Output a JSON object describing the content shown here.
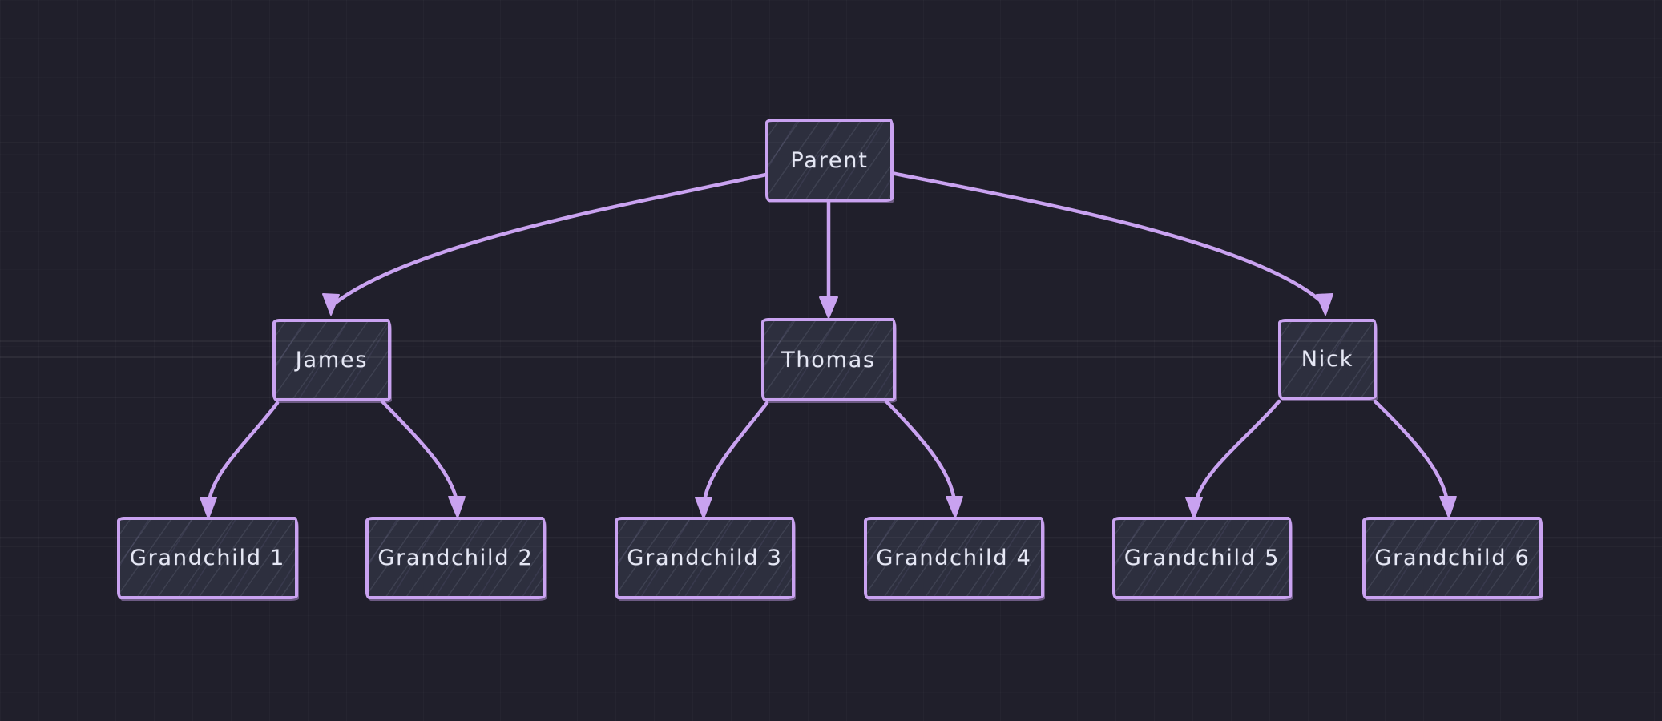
{
  "diagram": {
    "type": "tree",
    "nodes": [
      {
        "id": "parent",
        "label": "Parent"
      },
      {
        "id": "james",
        "label": "James"
      },
      {
        "id": "thomas",
        "label": "Thomas"
      },
      {
        "id": "nick",
        "label": "Nick"
      },
      {
        "id": "g1",
        "label": "Grandchild 1"
      },
      {
        "id": "g2",
        "label": "Grandchild 2"
      },
      {
        "id": "g3",
        "label": "Grandchild 3"
      },
      {
        "id": "g4",
        "label": "Grandchild 4"
      },
      {
        "id": "g5",
        "label": "Grandchild 5"
      },
      {
        "id": "g6",
        "label": "Grandchild 6"
      }
    ],
    "edges": [
      {
        "from": "Parent",
        "to": "James"
      },
      {
        "from": "Parent",
        "to": "Thomas"
      },
      {
        "from": "Parent",
        "to": "Nick"
      },
      {
        "from": "James",
        "to": "Grandchild 1"
      },
      {
        "from": "James",
        "to": "Grandchild 2"
      },
      {
        "from": "Thomas",
        "to": "Grandchild 3"
      },
      {
        "from": "Thomas",
        "to": "Grandchild 4"
      },
      {
        "from": "Nick",
        "to": "Grandchild 5"
      },
      {
        "from": "Nick",
        "to": "Grandchild 6"
      }
    ]
  },
  "colors": {
    "background": "#201f2b",
    "node_border": "#c9a2f0",
    "node_fill": "#2d2f3e",
    "arrow": "#c9a2f0",
    "text": "#e5e7f4"
  }
}
